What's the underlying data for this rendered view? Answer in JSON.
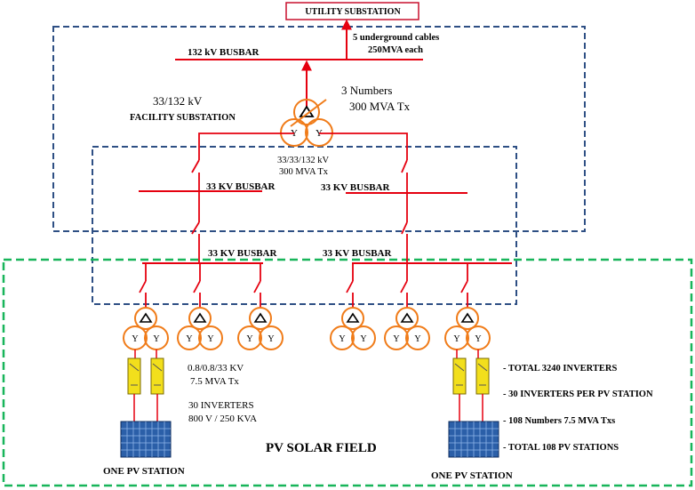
{
  "title": "UTILITY  SUBSTATION",
  "cables": [
    "5 underground cables",
    "250MVA each"
  ],
  "busbar_132": "132 kV  BUSBAR",
  "facility": {
    "voltage": "33/132 kV",
    "name": "FACILITY SUBSTATION",
    "count": "3 Numbers",
    "rating": "300 MVA Tx"
  },
  "main_tx": {
    "ratio": "33/33/132 kV",
    "rating": "300 MVA Tx",
    "winding": "Y"
  },
  "busbar_33": "33 KV  BUSBAR",
  "field_tx": {
    "ratio": "0.8/0.8/33 KV",
    "rating": "7.5 MVA Tx"
  },
  "inverters": {
    "count": "30  INVERTERS",
    "rating": "800 V / 250 KVA"
  },
  "field_title": "PV SOLAR FIELD",
  "station_label": "ONE  PV STATION",
  "summary": [
    "- TOTAL 3240 INVERTERS",
    "- 30 INVERTERS PER PV STATION",
    "- 108 Numbers  7.5 MVA Txs",
    "- TOTAL 108  PV STATIONS"
  ],
  "colors": {
    "line": "#e5000f",
    "transformer": "#f07c1a",
    "inverter_fill": "#f2df1c",
    "panel": "#2b5fa8",
    "box_blue": "#2e4f84",
    "box_green": "#18b55a"
  }
}
